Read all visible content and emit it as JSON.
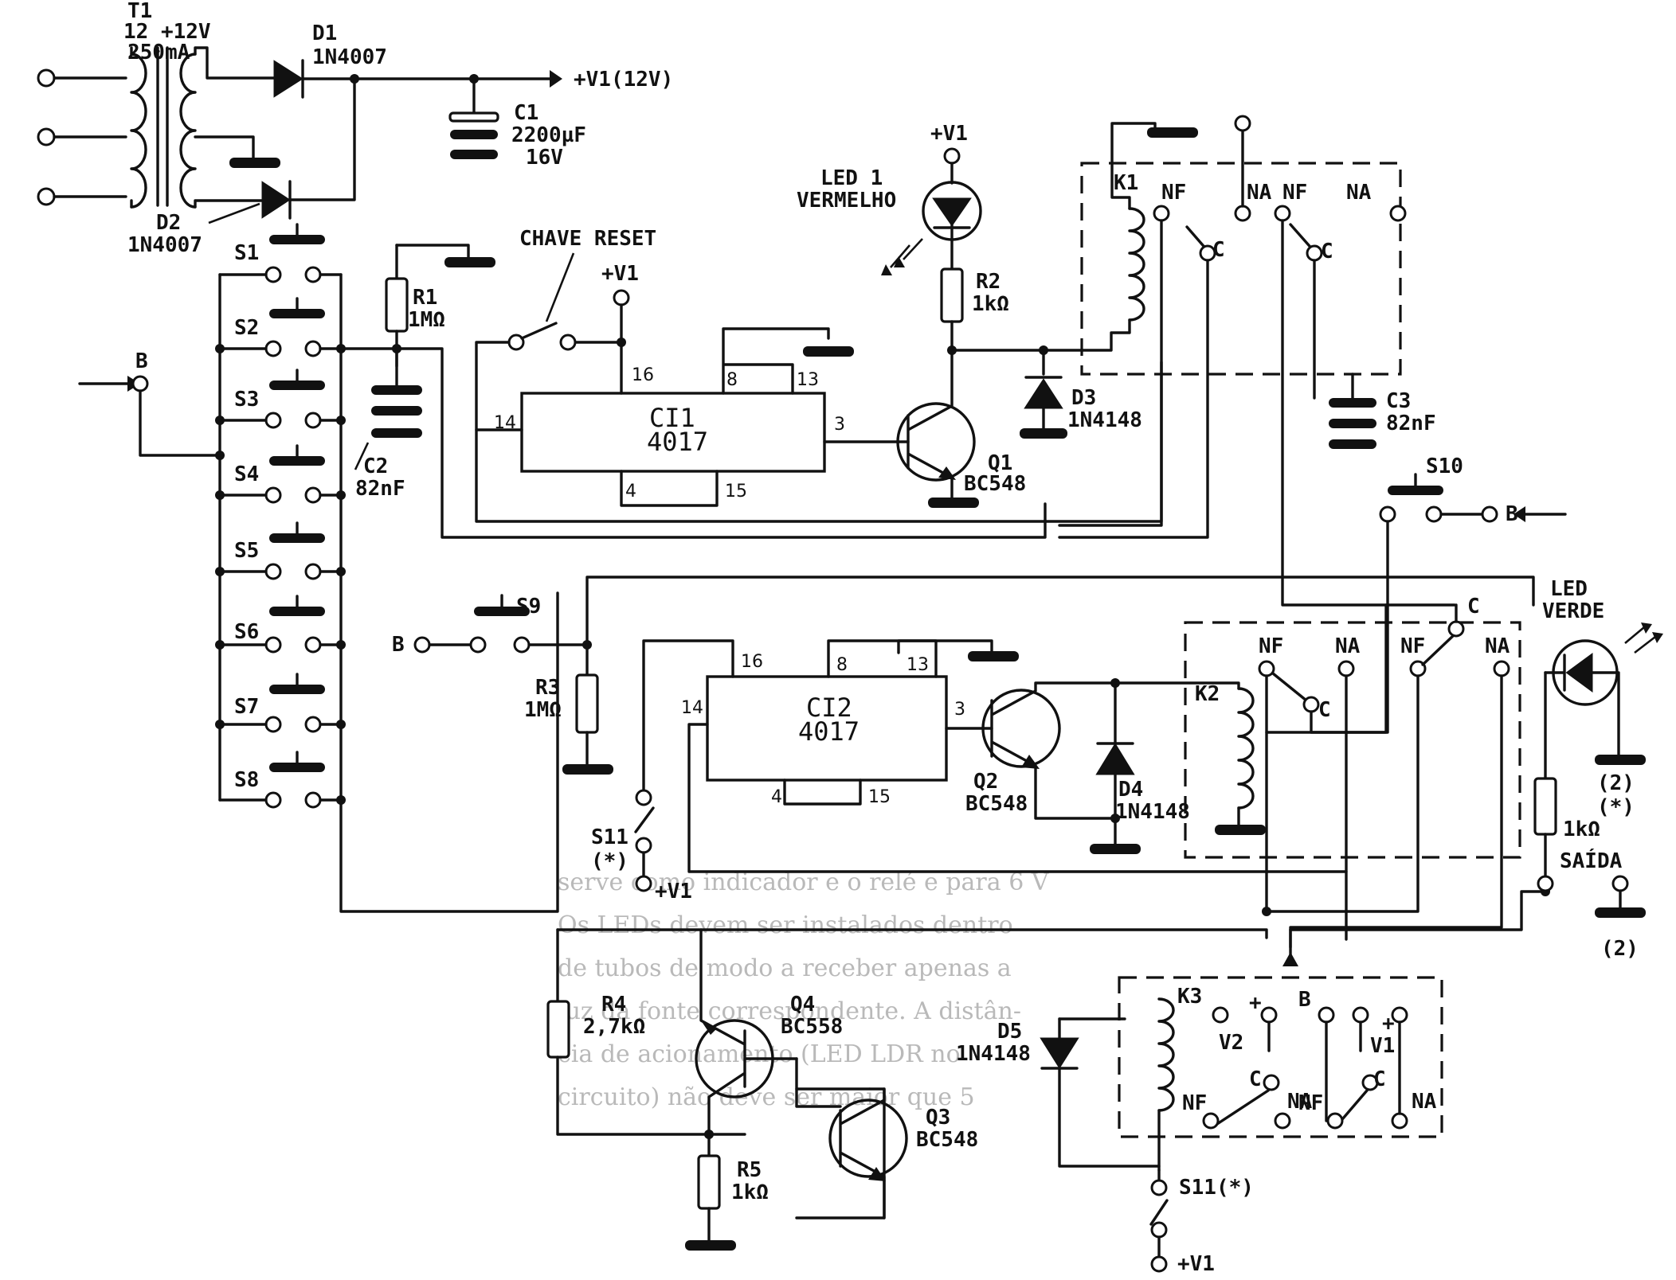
{
  "transformer": {
    "ref": "T1",
    "rating": "12 +12V",
    "current": "250mA"
  },
  "rail": {
    "label": "+V1(12V)",
    "supply": "+V1"
  },
  "diodes": {
    "d1": {
      "ref": "D1",
      "part": "1N4007"
    },
    "d2": {
      "ref": "D2",
      "part": "1N4007"
    },
    "d3": {
      "ref": "D3",
      "part": "1N4148"
    },
    "d4": {
      "ref": "D4",
      "part": "1N4148"
    },
    "d5": {
      "ref": "D5",
      "part": "1N4148"
    }
  },
  "capacitors": {
    "c1": {
      "ref": "C1",
      "value": "2200µF",
      "voltage": "16V"
    },
    "c2": {
      "ref": "C2",
      "value": "82nF"
    },
    "c3": {
      "ref": "C3",
      "value": "82nF"
    }
  },
  "resistors": {
    "r1": {
      "ref": "R1",
      "value": "1MΩ"
    },
    "r2": {
      "ref": "R2",
      "value": "1kΩ"
    },
    "r3": {
      "ref": "R3",
      "value": "1MΩ"
    },
    "r4": {
      "ref": "R4",
      "value": "2,7kΩ"
    },
    "r5": {
      "ref": "R5",
      "value": "1kΩ"
    },
    "r6": {
      "value": "1kΩ"
    }
  },
  "switches": [
    "S1",
    "S2",
    "S3",
    "S4",
    "S5",
    "S6",
    "S7",
    "S8"
  ],
  "s9": "S9",
  "s10": "S10",
  "s11": {
    "ref": "S11",
    "note": "(*)"
  },
  "s11b": "S11(*)",
  "reset": "CHAVE RESET",
  "node_b": "B",
  "ic1": {
    "ref": "CI1",
    "part": "4017",
    "pins": {
      "p16": "16",
      "p14": "14",
      "p8": "8",
      "p13": "13",
      "p3": "3",
      "p4": "4",
      "p15": "15"
    }
  },
  "ic2": {
    "ref": "CI2",
    "part": "4017",
    "pins": {
      "p16": "16",
      "p14": "14",
      "p8": "8",
      "p13": "13",
      "p3": "3",
      "p4": "4",
      "p15": "15"
    }
  },
  "transistors": {
    "q1": {
      "ref": "Q1",
      "part": "BC548"
    },
    "q2": {
      "ref": "Q2",
      "part": "BC548"
    },
    "q3": {
      "ref": "Q3",
      "part": "BC548"
    },
    "q4": {
      "ref": "Q4",
      "part": "BC558"
    }
  },
  "led1": {
    "ref": "LED 1",
    "color": "VERMELHO"
  },
  "led2": {
    "ref": "LED",
    "color": "VERDE"
  },
  "relays": {
    "k1": {
      "ref": "K1",
      "nf": "NF",
      "na": "NA",
      "c": "C"
    },
    "k2": {
      "ref": "K2",
      "nf": "NF",
      "na": "NA",
      "c": "C"
    },
    "k3": {
      "ref": "K3",
      "nf": "NF",
      "na": "NA",
      "c": "C",
      "v2": "V2",
      "v1": "V1",
      "plus": "+"
    }
  },
  "output": {
    "label": "SAÍDA",
    "note2": "(2)",
    "note2star": "(*)"
  },
  "bleed_through": [
    "serve como indicador e o relé e para 6 V",
    "Os LEDs devem ser instalados dentro",
    "de tubos de modo a receber apenas a",
    "luz da fonte correspondente. A distân-",
    "cia de acionamento (LED LDR no",
    "circuito) não deve ser maior que 5"
  ]
}
